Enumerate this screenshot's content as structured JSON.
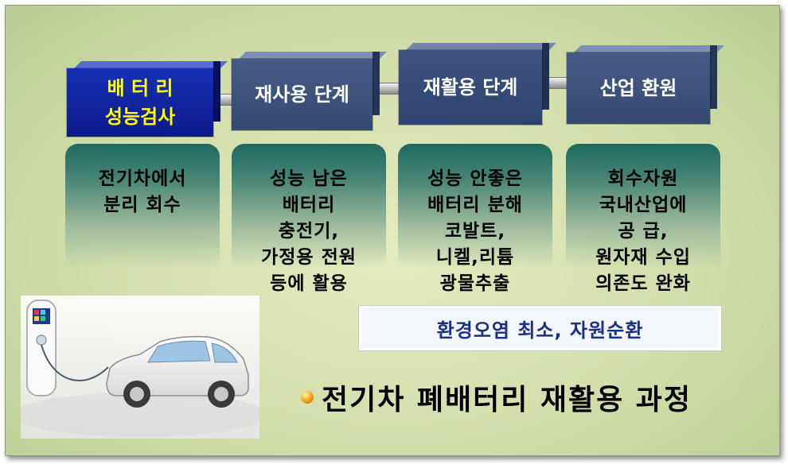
{
  "stages": [
    {
      "label": "배 터 리\n성능검사"
    },
    {
      "label": "재사용 단계"
    },
    {
      "label": "재활용 단계"
    },
    {
      "label": "산업 환원"
    }
  ],
  "descriptions": [
    {
      "text": "전기차에서\n분리 회수"
    },
    {
      "text": "성능 남은\n배터리\n충전기,\n가정용 전원\n등에 활용"
    },
    {
      "text": "성능 안좋은\n배터리 분해\n코발트,\n니켈,리튬\n광물추출"
    },
    {
      "text": "회수자원\n국내산업에\n공 급,\n원자재 수입\n의존도 완화"
    }
  ],
  "eco_box": "환경오염 최소, 자원순환",
  "caption": "전기차 폐배터리 재활용 과정",
  "icons": [
    "ev-charger-icon",
    "electric-car-icon",
    "bullet-icon"
  ],
  "colors": {
    "stage_primary": "#1630b6",
    "stage_primary_text": "#ffff00",
    "stage_secondary": "#3d5382",
    "card_top": "#1d6a5f",
    "eco_text": "#1a2f86",
    "background": "#d2deab"
  }
}
